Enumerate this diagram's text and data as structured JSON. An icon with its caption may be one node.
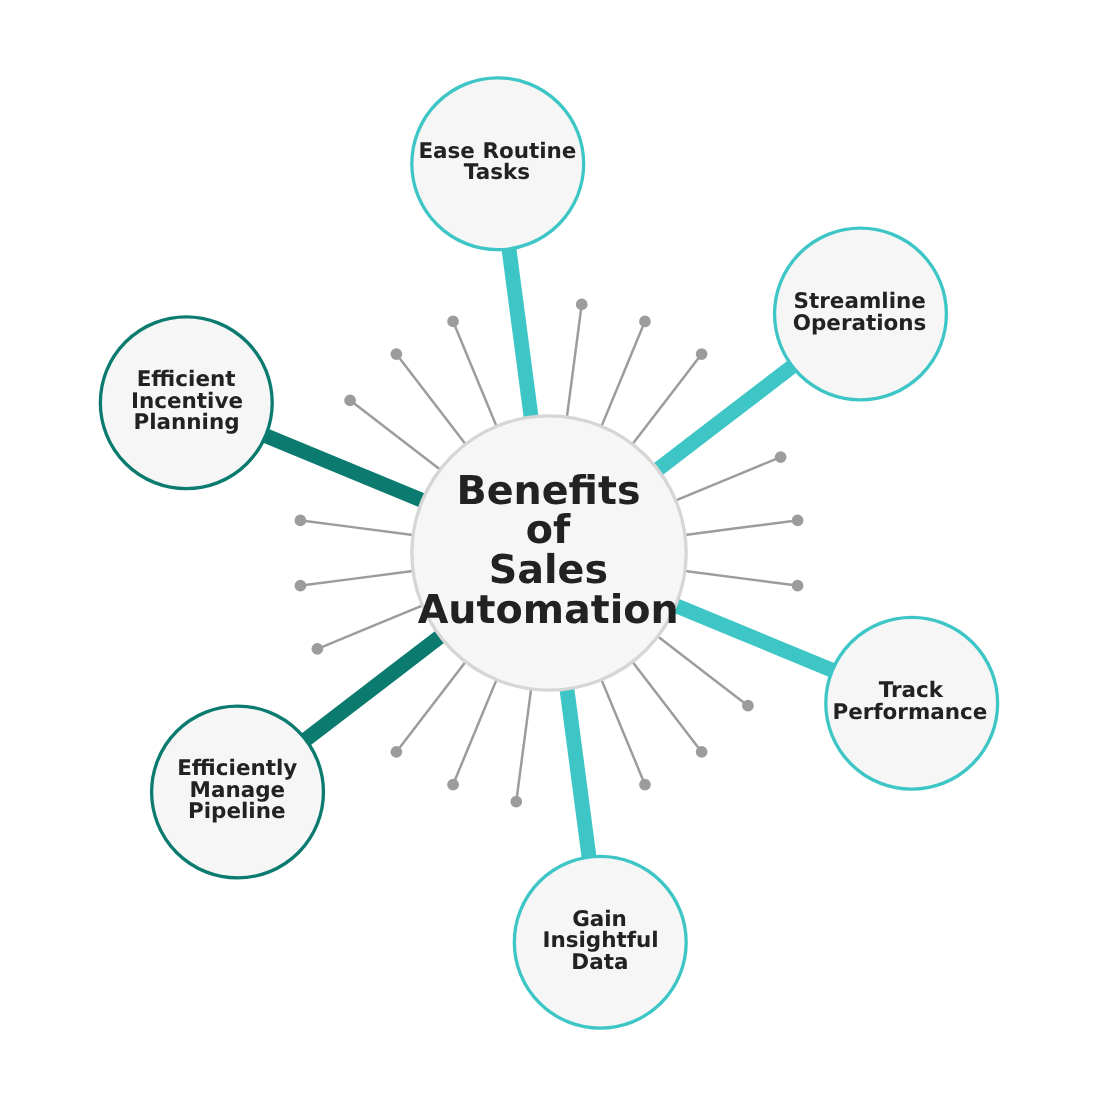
{
  "diagram": {
    "nodes": [
      {
        "text": [
          "Benefits of Sales Automation"
        ]
      },
      {
        "text": [
          "Ease Routine Tasks"
        ]
      },
      {
        "text": [
          "Streamline Operations"
        ]
      },
      {
        "text": [
          "Track Performance"
        ]
      },
      {
        "text": [
          "Gain Insightful Data"
        ]
      },
      {
        "text": [
          "Efficiently Manage Pipeline"
        ]
      },
      {
        "text": [
          "Efficient Incentive Planning"
        ]
      }
    ],
    "edges": [
      {
        "from": 0,
        "to": null,
        "arrow": "other"
      },
      {
        "from": 0,
        "to": null,
        "arrow": "other"
      },
      {
        "from": 0,
        "to": 2,
        "arrow": "none",
        "style": "thick",
        "color": "#3ec6c6"
      },
      {
        "from": 0,
        "to": null,
        "arrow": "other"
      },
      {
        "from": 0,
        "to": null,
        "arrow": "other"
      },
      {
        "from": 0,
        "to": null,
        "arrow": "other"
      },
      {
        "from": 0,
        "to": 1,
        "arrow": "none",
        "style": "thick",
        "color": "#3ec6c6"
      },
      {
        "from": 0,
        "to": null,
        "arrow": "other"
      },
      {
        "from": 0,
        "to": null,
        "arrow": "other"
      },
      {
        "from": 0,
        "to": null,
        "arrow": "other"
      },
      {
        "from": 0,
        "to": 6,
        "arrow": "none",
        "style": "thick",
        "color": "#0b7b6f"
      },
      {
        "from": 0,
        "to": null,
        "arrow": "other"
      },
      {
        "from": 0,
        "to": null,
        "arrow": "other"
      },
      {
        "from": 0,
        "to": null,
        "arrow": "other"
      },
      {
        "from": 0,
        "to": 5,
        "arrow": "none",
        "style": "thick",
        "color": "#0b7b6f"
      },
      {
        "from": 0,
        "to": null,
        "arrow": "other"
      },
      {
        "from": 0,
        "to": null,
        "arrow": "other"
      },
      {
        "from": 0,
        "to": null,
        "arrow": "other"
      },
      {
        "from": 0,
        "to": 4,
        "arrow": "none",
        "style": "thick",
        "color": "#3ec6c6"
      },
      {
        "from": 0,
        "to": null,
        "arrow": "other"
      },
      {
        "from": 0,
        "to": null,
        "arrow": "other"
      },
      {
        "from": 0,
        "to": null,
        "arrow": "other"
      },
      {
        "from": 0,
        "to": 3,
        "arrow": "none",
        "style": "thick",
        "color": "#3ec6c6"
      },
      {
        "from": 0,
        "to": null,
        "arrow": "other"
      }
    ]
  }
}
